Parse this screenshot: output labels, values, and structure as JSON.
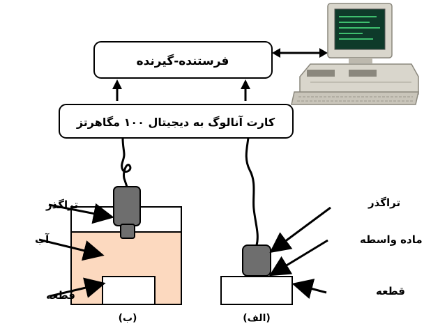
{
  "boxes": {
    "transceiver": "فرستنده-گیرنده",
    "adc_card": "کارت آنالوگ به دیجیتال ۱۰۰ مگاهرتز"
  },
  "panel_b": {
    "transducer": "تراگذر",
    "water": "آب",
    "workpiece": "قطعه",
    "caption": "(ب)"
  },
  "panel_a": {
    "transducer": "تراگذر",
    "couplant": "ماده واسطه",
    "workpiece": "قطعه",
    "caption": "(الف)"
  },
  "colors": {
    "water": "#fcd9bf",
    "transducer": "#6e6e6e",
    "computer_body": "#d9d6cc",
    "screen": "#0e3a2a"
  },
  "icons": {
    "computer": "desktop-computer-icon"
  }
}
